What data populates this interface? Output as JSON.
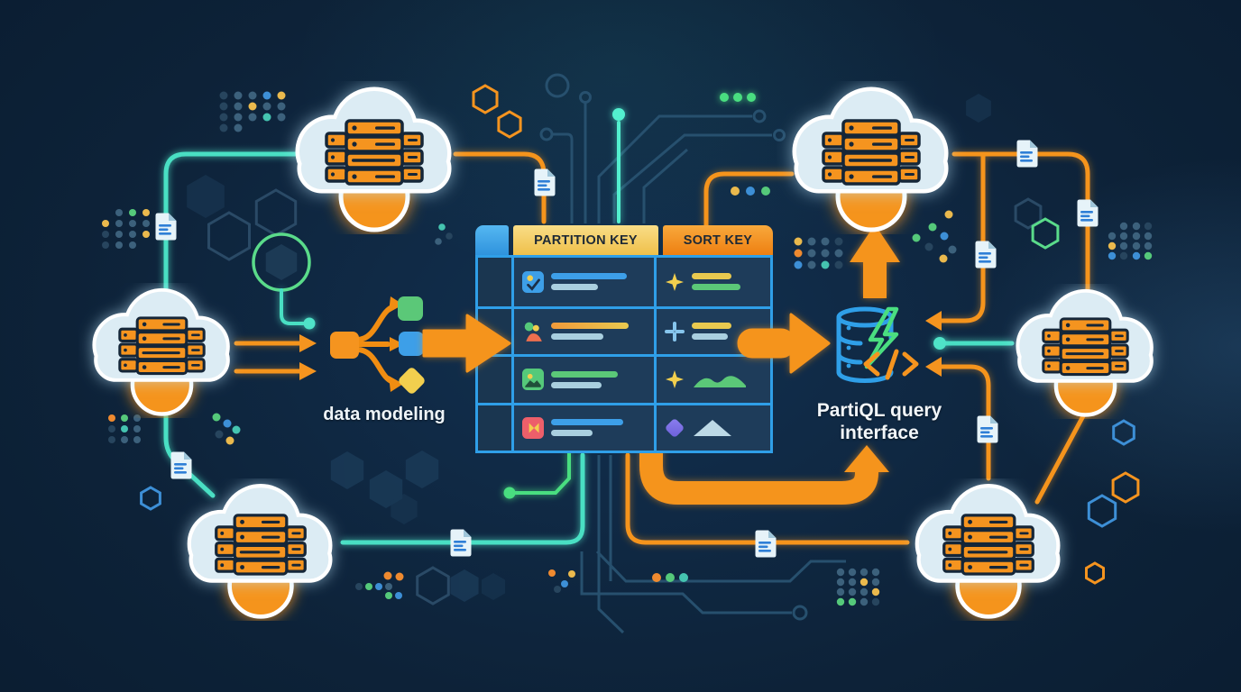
{
  "diagram": {
    "theme": "cloud database illustration",
    "background_color": "#0d2238",
    "accent_orange": "#f5941f",
    "accent_teal": "#4fe3c8",
    "accent_blue": "#2f9fe8",
    "accent_green": "#5bc878",
    "accent_yellow": "#efc04a"
  },
  "table": {
    "corner_icon": "blue-key-square",
    "columns": [
      {
        "label": "PARTITION KEY",
        "bg": "#efc04a"
      },
      {
        "label": "SORT KEY",
        "bg": "#ee7f11"
      }
    ],
    "rows": [
      {
        "partition_icon": "task-check-icon",
        "partition_bars": [
          "blue",
          "light-blue"
        ],
        "sort_icon": "sparkle-star-icon",
        "sort_content": [
          "yellow-bar",
          "green-bar"
        ]
      },
      {
        "partition_icon": "person-icon",
        "partition_bars": [
          "orange",
          "light-blue"
        ],
        "sort_icon": "cross-sparkle-icon",
        "sort_content": [
          "yellow-bar",
          "light-blue-bar"
        ]
      },
      {
        "partition_icon": "image-icon",
        "partition_bars": [
          "green",
          "light-blue"
        ],
        "sort_icon": "sparkle-star-icon",
        "sort_content": [
          "green-mountain"
        ]
      },
      {
        "partition_icon": "media-icon",
        "partition_bars": [
          "blue",
          "light-blue"
        ],
        "sort_icon": "purple-diamond-icon",
        "sort_content": [
          "light-triangle"
        ]
      }
    ]
  },
  "labels": {
    "data_modeling": "data modeling",
    "partiql_line1": "PartiQL query",
    "partiql_line2": "interface"
  },
  "icons": {
    "cloud": "cloud-server-cluster-icon",
    "database": "database-cylinder-icon",
    "lightning": "lightning-bolt-icon",
    "code": "code-brackets-icon",
    "document": "document-icon",
    "hexagon": "hexagon-shape",
    "arrow": "orange-flow-arrow"
  },
  "clouds": [
    {
      "id": "top-left"
    },
    {
      "id": "mid-left"
    },
    {
      "id": "bottom-left"
    },
    {
      "id": "top-right"
    },
    {
      "id": "mid-right"
    },
    {
      "id": "bottom-right"
    }
  ]
}
